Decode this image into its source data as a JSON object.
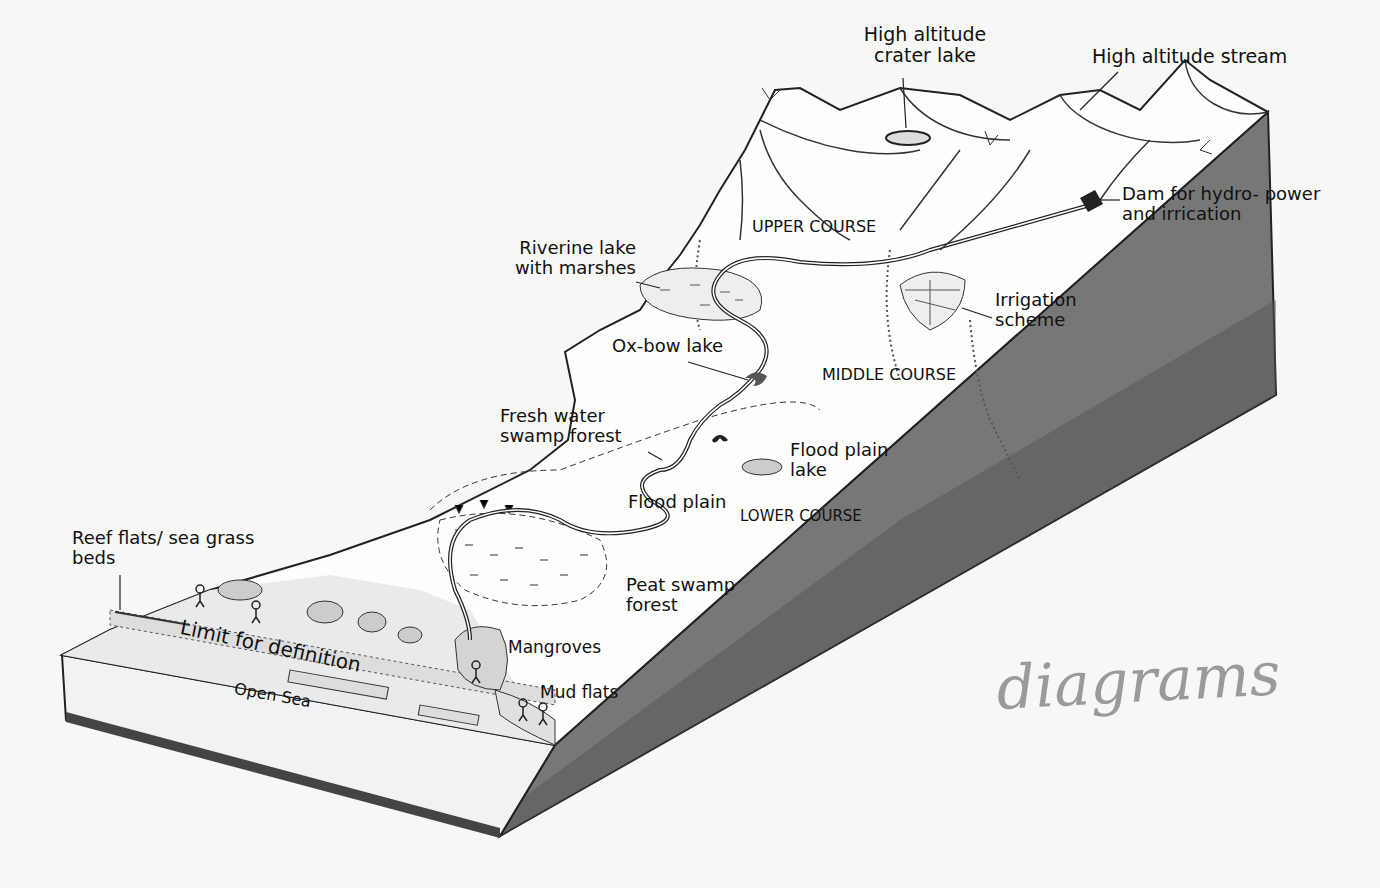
{
  "diagram": {
    "labels": [
      "High altitude crater lake",
      "High altitude stream",
      "Dam for hydro- power and irrication",
      "UPPER COURSE",
      "Riverine lake with marshes",
      "Irrigation scheme",
      "Ox-bow lake",
      "MIDDLE COURSE",
      "Fresh water swamp forest",
      "Flood plain lake",
      "Flood plain",
      "LOWER COURSE",
      "Reef flats/ sea grass beds",
      "Peat swamp forest",
      "Limit for definition",
      "Mangroves",
      "Open Sea",
      "Mud flats",
      "diagrams"
    ]
  }
}
